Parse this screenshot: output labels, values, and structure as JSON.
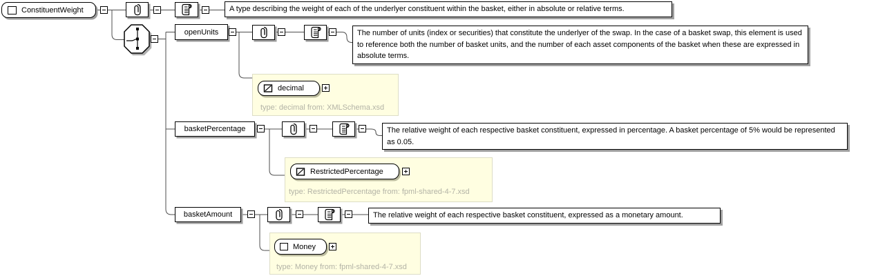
{
  "root": {
    "name": "ConstituentWeight",
    "documentation": "A type describing the weight of each of the underlyer constituent within the basket, either in absolute or relative terms."
  },
  "compositor": "sequence",
  "children": [
    {
      "name": "openUnits",
      "documentation": "The number of units (index or securities) that constitute the underlyer of the swap. In the case of a basket swap, this element is used to reference both the number of basket units, and the number of each asset components of the basket when these are expressed in absolute terms.",
      "type_name": "decimal",
      "type_caption": "type: decimal from: XMLSchema.xsd",
      "type_kind": "simple"
    },
    {
      "name": "basketPercentage",
      "documentation": "The relative weight of each respective basket constituent, expressed in percentage. A basket percentage of 5% would be represented as 0.05.",
      "type_name": "RestrictedPercentage",
      "type_caption": "type: RestrictedPercentage from: fpml-shared-4-7.xsd",
      "type_kind": "simple"
    },
    {
      "name": "basketAmount",
      "documentation": "The relative weight of each respective basket constituent, expressed as a monetary amount.",
      "type_name": "Money",
      "type_caption": "type: Money from: fpml-shared-4-7.xsd",
      "type_kind": "complex"
    }
  ],
  "colors": {
    "type_panel_bg": "#fffee1",
    "type_panel_border": "#ddddc6",
    "type_caption_text": "#b3b3a6",
    "connector": "#4d4d4d",
    "shadow": "#9e9e9e"
  }
}
